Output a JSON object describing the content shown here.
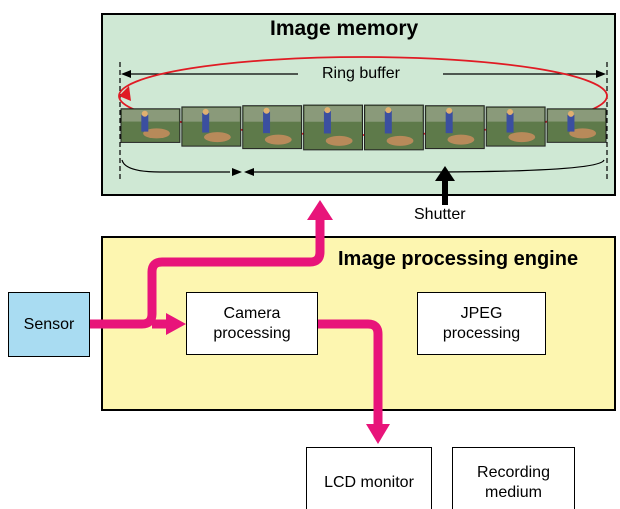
{
  "image_memory": {
    "title": "Image memory",
    "ring_buffer_label": "Ring buffer",
    "frame_count": 8
  },
  "shutter_label": "Shutter",
  "engine": {
    "title": "Image processing engine"
  },
  "sensor_label": "Sensor",
  "camera_processing_label": "Camera\nprocessing",
  "jpeg_processing_label": "JPEG\nprocessing",
  "lcd_monitor_label": "LCD monitor",
  "recording_medium_label": "Recording\nmedium",
  "colors": {
    "memory_bg": "#cfe8d4",
    "engine_bg": "#fdf6b0",
    "sensor_bg": "#a9dcf2",
    "flow": "#e8147a",
    "ring": "#e01b24"
  }
}
